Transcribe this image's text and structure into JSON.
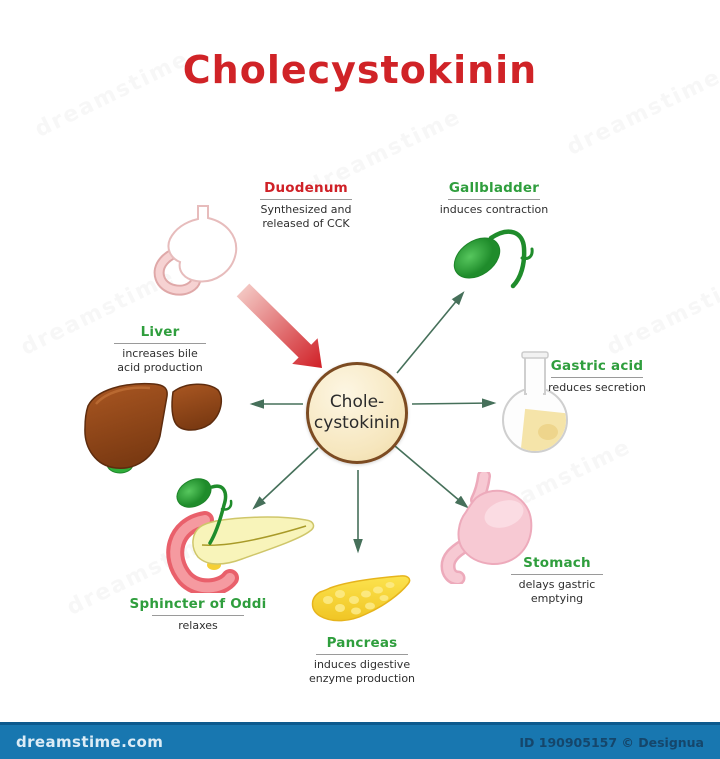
{
  "title": "Cholecystokinin",
  "center": {
    "line1": "Chole-",
    "line2": "cystokinin"
  },
  "nodes": {
    "duodenum": {
      "label": "Duodenum",
      "desc1": "Synthesized and",
      "desc2": "released of CCK"
    },
    "gallbladder": {
      "label": "Gallbladder",
      "desc1": "induces contraction",
      "desc2": ""
    },
    "gastric_acid": {
      "label": "Gastric acid",
      "desc1": "reduces secretion",
      "desc2": ""
    },
    "stomach": {
      "label": "Stomach",
      "desc1": "delays gastric",
      "desc2": "emptying"
    },
    "pancreas": {
      "label": "Pancreas",
      "desc1": "induces digestive",
      "desc2": "enzyme production"
    },
    "sphincter_of_oddi": {
      "label": "Sphincter of Oddi",
      "desc1": "relaxes",
      "desc2": ""
    },
    "liver": {
      "label": "Liver",
      "desc1": "increases bile",
      "desc2": "acid production"
    }
  },
  "watermark": "dreamstime",
  "footer": {
    "brand": "dreamstime.com",
    "credit": "ID 190905157 © Designua"
  },
  "colors": {
    "title_red": "#d02327",
    "label_green": "#2f9e3d",
    "label_red": "#cf2127",
    "arrow_green": "#46705a",
    "input_arrow_red": "#d01f26",
    "circle_fill": "#f6e6bd",
    "circle_border": "#7c4b22",
    "footer_bar": "#1877b0"
  }
}
